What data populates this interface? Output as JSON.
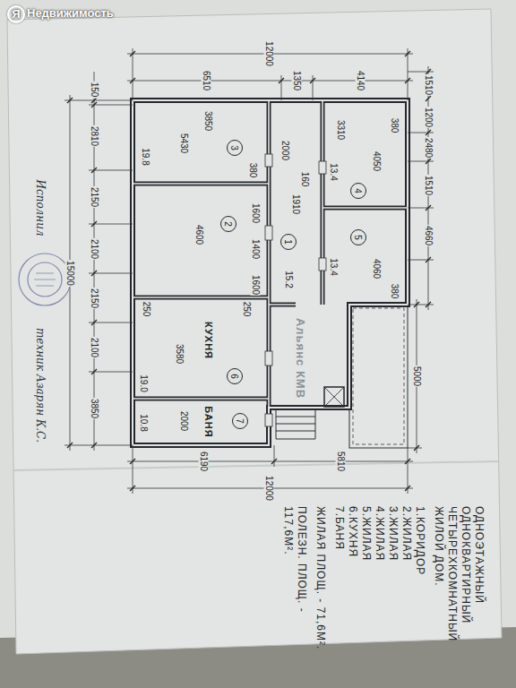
{
  "diagram": {
    "nodes": [
      {
        "text": [
          "1"
        ]
      },
      {
        "text": [
          "2"
        ]
      },
      {
        "text": [
          "3"
        ]
      },
      {
        "text": [
          "4"
        ]
      },
      {
        "text": [
          "5"
        ]
      },
      {
        "text": [
          "6"
        ]
      },
      {
        "text": [
          "7"
        ]
      }
    ],
    "labels": [
      "Я",
      "Недвижимость",
      "12000",
      "6510",
      "1350",
      "4140",
      "15000",
      "150",
      "2810",
      "2150",
      "2100",
      "2150",
      "2100",
      "3850",
      "1510",
      "1200",
      "2480",
      "1510",
      "4660",
      "5000",
      "6190",
      "5810",
      "12000",
      "3850",
      "5430",
      "380",
      "19.8",
      "2000",
      "160",
      "1910",
      "15.2",
      "3310",
      "13.4",
      "380",
      "4050",
      "13.4",
      "4060",
      "380",
      "4600",
      "1600",
      "1400",
      "1600",
      "250",
      "250",
      "КУХНЯ",
      "3580",
      "19.0",
      "БАНЯ",
      "2000",
      "10.8",
      "Альянс КМВ",
      "Исполнил",
      "техник Азарян К.С.",
      "ОДНОЭТАЖНЫЙ ОДНОКВАРТИРНЫЙ ЧЕТЫРЕХКОМНАТНЫЙ ЖИЛОЙ ДОМ.",
      "1.КОРИДОР",
      "2.ЖИЛАЯ",
      "3.ЖИЛАЯ",
      "4.ЖИЛАЯ",
      "5.ЖИЛАЯ",
      "6.КУХНЯ",
      "7.БАНЯ",
      "ЖИЛАЯ ПЛОЩ. - 71,6М².",
      "ПОЛЕЗН. ПЛОЩ. - 117,6М²."
    ]
  }
}
